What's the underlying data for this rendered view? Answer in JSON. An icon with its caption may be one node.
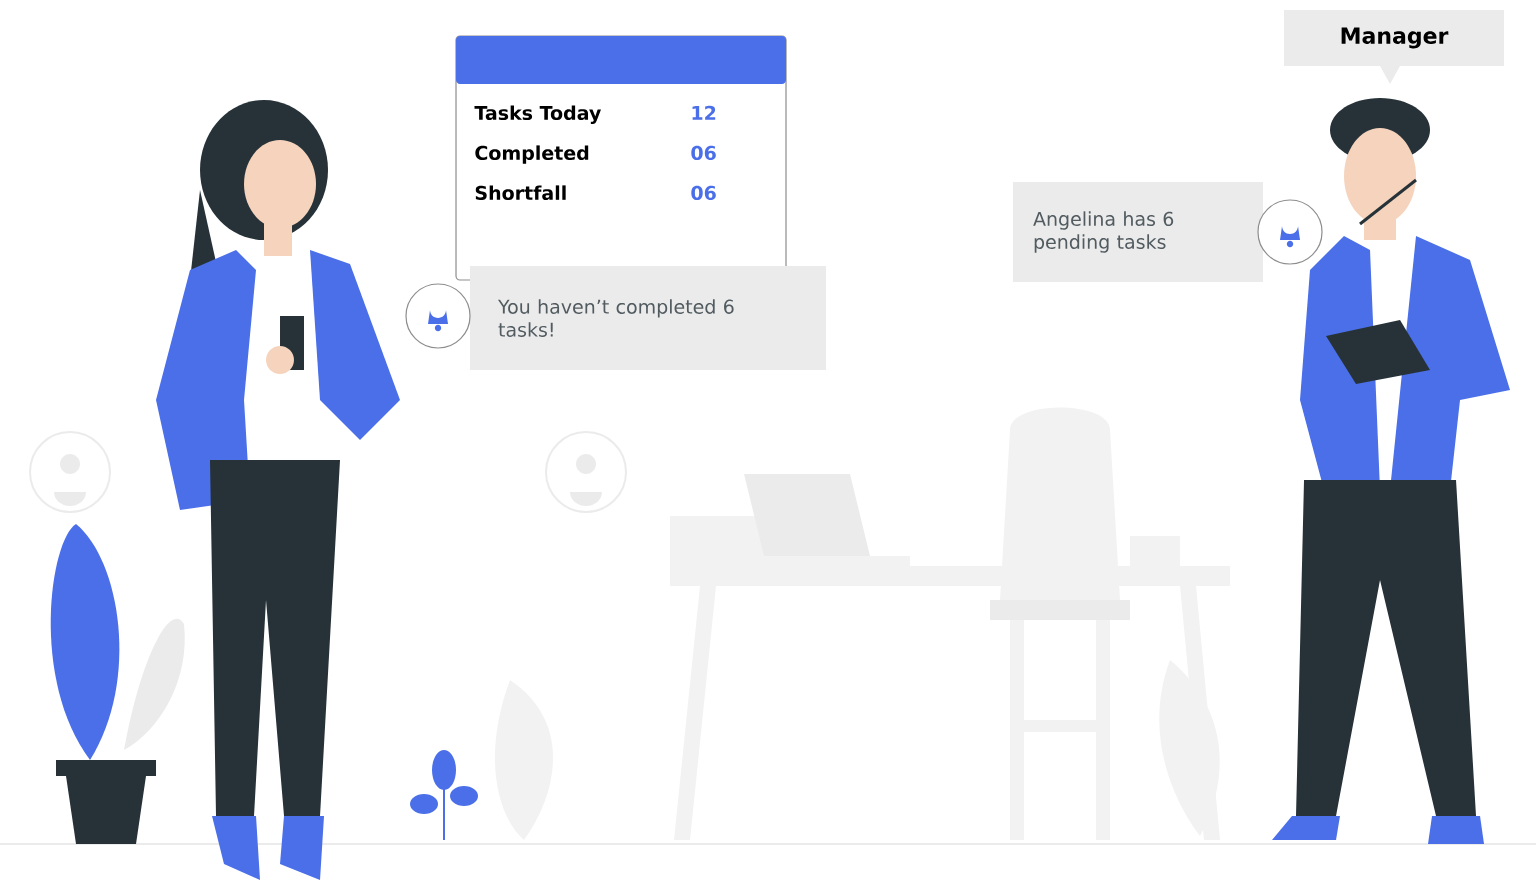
{
  "diagram": {
    "nodes": [
      {
        "text": [
          "Tasks Today",
          "12",
          "Completed",
          "06",
          "Shortfall",
          "06"
        ]
      },
      {
        "text": [
          "You haven’t completed 6 tasks!"
        ]
      },
      {
        "text": [
          "Manager"
        ]
      },
      {
        "text": [
          "Angelina has 6 pending tasks"
        ]
      }
    ]
  }
}
